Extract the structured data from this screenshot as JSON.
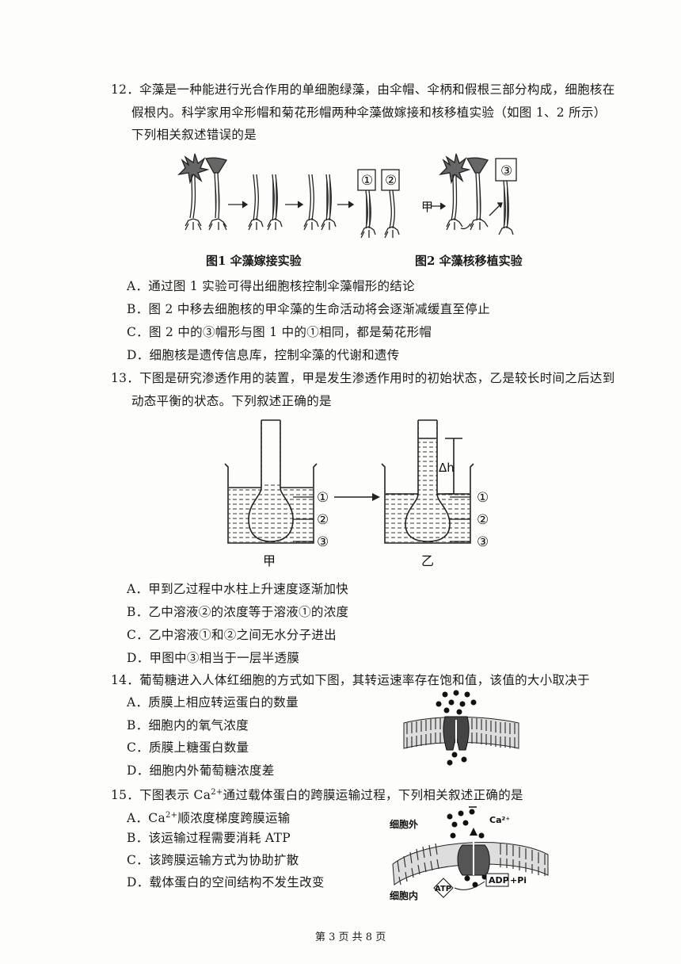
{
  "q12": {
    "line1": "12．伞藻是一种能进行光合作用的单细胞绿藻，由伞帽、伞柄和假根三部分构成，细胞核在",
    "line2": "假根内。科学家用伞形帽和菊花形帽两种伞藻做嫁接和核移植实验（如图 1、2 所示）",
    "line3": "下列相关叙述错误的是",
    "fig1_caption": "图1  伞藻嫁接实验",
    "fig2_caption": "图2  伞藻核移植实验",
    "label_1": "①",
    "label_2": "②",
    "label_3": "③",
    "label_jia": "甲",
    "options": [
      "A．通过图 1 实验可得出细胞核控制伞藻帽形的结论",
      "B．图 2 中移去细胞核的甲伞藻的生命活动将会逐渐减缓直至停止",
      "C．图 2 中的③帽形与图 1 中的①相同，都是菊花形帽",
      "D．细胞核是遗传信息库，控制伞藻的代谢和遗传"
    ]
  },
  "q13": {
    "line1": "13．下图是研究渗透作用的装置，甲是发生渗透作用时的初始状态，乙是较长时间之后达到",
    "line2": "动态平衡的状态。下列叙述正确的是",
    "label_1": "①",
    "label_2": "②",
    "label_3": "③",
    "label_dh": "Δh",
    "label_jia": "甲",
    "label_yi": "乙",
    "options": [
      "A．甲到乙过程中水柱上升速度逐渐加快",
      "B．乙中溶液②的浓度等于溶液①的浓度",
      "C．乙中溶液①和②之间无水分子进出",
      "D．甲图中③相当于一层半透膜"
    ]
  },
  "q14": {
    "line1": "14．葡萄糖进入人体红细胞的方式如下图，其转运速率存在饱和值，该值的大小取决于",
    "options": [
      "A．质膜上相应转运蛋白的数量",
      "B．细胞内的氧气浓度",
      "C．质膜上糖蛋白数量",
      "D．细胞内外葡萄糖浓度差"
    ]
  },
  "q15": {
    "line1_pre": "15．下图表示 Ca",
    "line1_sup": "2+",
    "line1_post": "通过载体蛋白的跨膜运输过程，下列相关叙述正确的是",
    "optA_pre": "A．Ca",
    "optA_sup": "2+",
    "optA_post": "顺浓度梯度跨膜运输",
    "options": [
      "B．该运输过程需要消耗 ATP",
      "C．该跨膜运输方式为协助扩散",
      "D．载体蛋白的空间结构不发生改变"
    ],
    "label_outside": "细胞外",
    "label_inside": "细胞内",
    "label_ca": "Ca²⁺",
    "label_atp": "ATP",
    "label_adp": "ADP",
    "label_pi": "+Pi"
  },
  "footer": "第 3 页 共 8 页"
}
